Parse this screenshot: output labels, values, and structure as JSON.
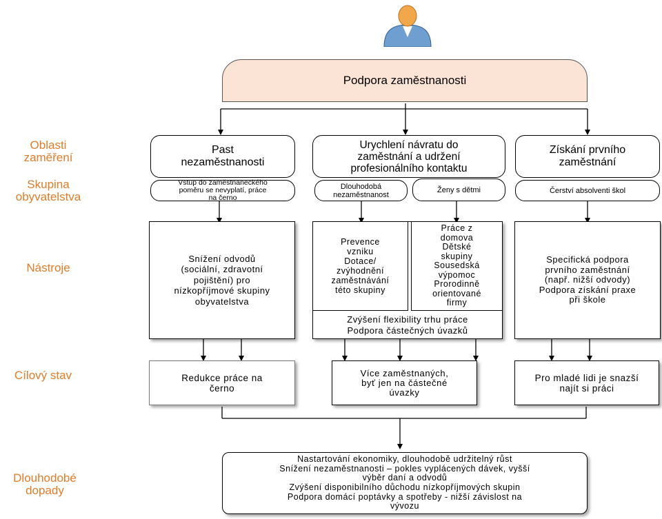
{
  "top": {
    "title": "Podpora zaměstnanosti"
  },
  "labels": {
    "oblasti": "Oblasti\nzaměření",
    "skupina": "Skupina\nobyvatelstva",
    "nastroje": "Nástroje",
    "cilovy": "Cílový stav",
    "dopady": "Dlouhodobé\ndopady"
  },
  "areas": {
    "a1": "Past\nnezaměstnanosti",
    "a2": "Urychlení návratu do\nzaměstnání a udržení\nprofesionálního kontaktu",
    "a3": "Získání prvního\nzaměstnání"
  },
  "groups": {
    "g1": "Vstup do zaměstnaneckého\npoměru se nevyplatí, práce\nna černo",
    "g2": "Dlouhodobá\nnezaměstnanost",
    "g3": "Ženy s dětmi",
    "g4": "Čerství absolventi škol"
  },
  "tools": {
    "t1": "Snížení odvodů\n(sociální, zdravotní\npojištění) pro\nnízkopříjmové skupiny\nobyvatelstva",
    "t2": "Prevence\nvzniku\nDotace/\nzvýhodnění\nzaměstnávání\ntéto skupiny",
    "t3": "Práce z\ndomova\nDětské\nskupiny\nSousedská\nvýpomoc\nProrodinně\norientované\nfirmy",
    "t4": "Zvýšení flexibility trhu práce\nPodpora částečných úvazků",
    "t5": "Specifická podpora\nprvního zaměstnání\n(např. nižší odvody)\nPodpora získání praxe\npři škole"
  },
  "goals": {
    "c1": "Redukce práce na\nčerno",
    "c2": "Více zaměstnaných,\nbyť jen na částečné\núvazky",
    "c3": "Pro mladé lidi je snazší\nnajít si práci"
  },
  "impacts": {
    "text": "Nastartování ekonomiky, dlouhodobě udržitelný růst\nSnížení nezaměstnanosti – pokles vyplácených dávek, vyšší\nvýběr daní a odvodů\nZvýšení disponibilního důchodu nízkopříjmových skupin\nPodpora domácí poptávky a spotřeby - nižší závislost na\nvývozu"
  },
  "colors": {
    "label": "#e07c2a",
    "top_fill": "#fbe3d6",
    "person_head": "#f2a74a",
    "person_body": "#6e9fd0"
  },
  "icons": {
    "person": "person-icon"
  }
}
